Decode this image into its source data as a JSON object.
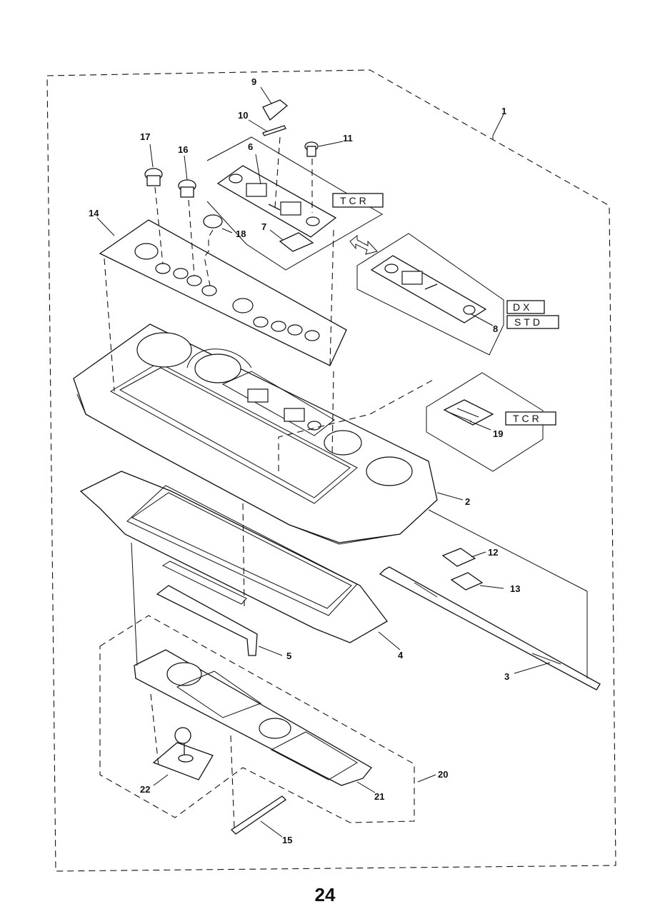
{
  "page_number": "24",
  "callouts": [
    "1",
    "2",
    "3",
    "4",
    "5",
    "6",
    "7",
    "8",
    "9",
    "10",
    "11",
    "12",
    "13",
    "14",
    "15",
    "16",
    "17",
    "18",
    "19",
    "20",
    "21",
    "22"
  ],
  "tags": {
    "tcr_top": "TCR",
    "dx": "DX",
    "std": "STD",
    "tcr_right": "TCR"
  }
}
